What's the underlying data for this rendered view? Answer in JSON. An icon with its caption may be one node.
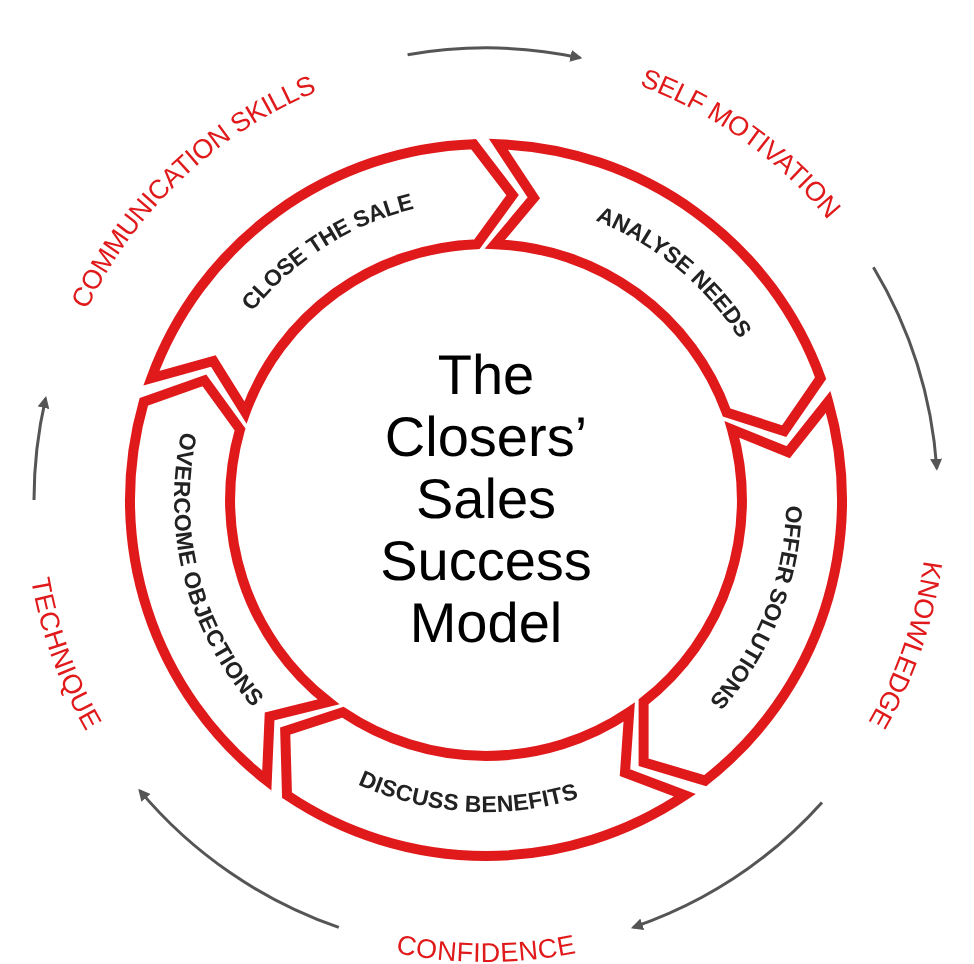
{
  "diagram": {
    "title": "The Closers’ Sales Success Model",
    "nodes": [
      {
        "text": [
          "CLOSE THE SALE"
        ]
      },
      {
        "text": [
          "ANALYSE NEEDS"
        ]
      },
      {
        "text": [
          "OFFER SOLUTIONS"
        ]
      },
      {
        "text": [
          "DISCUSS BENEFITS"
        ]
      },
      {
        "text": [
          "OVERCOME OBJECTIONS"
        ]
      },
      {
        "text": [
          "COMMUNICATION SKILLS"
        ]
      },
      {
        "text": [
          "SELF MOTIVATION"
        ]
      },
      {
        "text": [
          "KNOWLEDGE"
        ]
      },
      {
        "text": [
          "CONFIDENCE"
        ]
      },
      {
        "text": [
          "TECHNIQUE"
        ]
      }
    ],
    "edges": [
      {
        "from": 5,
        "to": 6,
        "arrow": "to"
      },
      {
        "from": 6,
        "to": 7,
        "arrow": "to"
      },
      {
        "from": 7,
        "to": 8,
        "arrow": "to"
      },
      {
        "from": 8,
        "to": 9,
        "arrow": "to"
      },
      {
        "from": 9,
        "to": 5,
        "arrow": "to"
      }
    ]
  }
}
